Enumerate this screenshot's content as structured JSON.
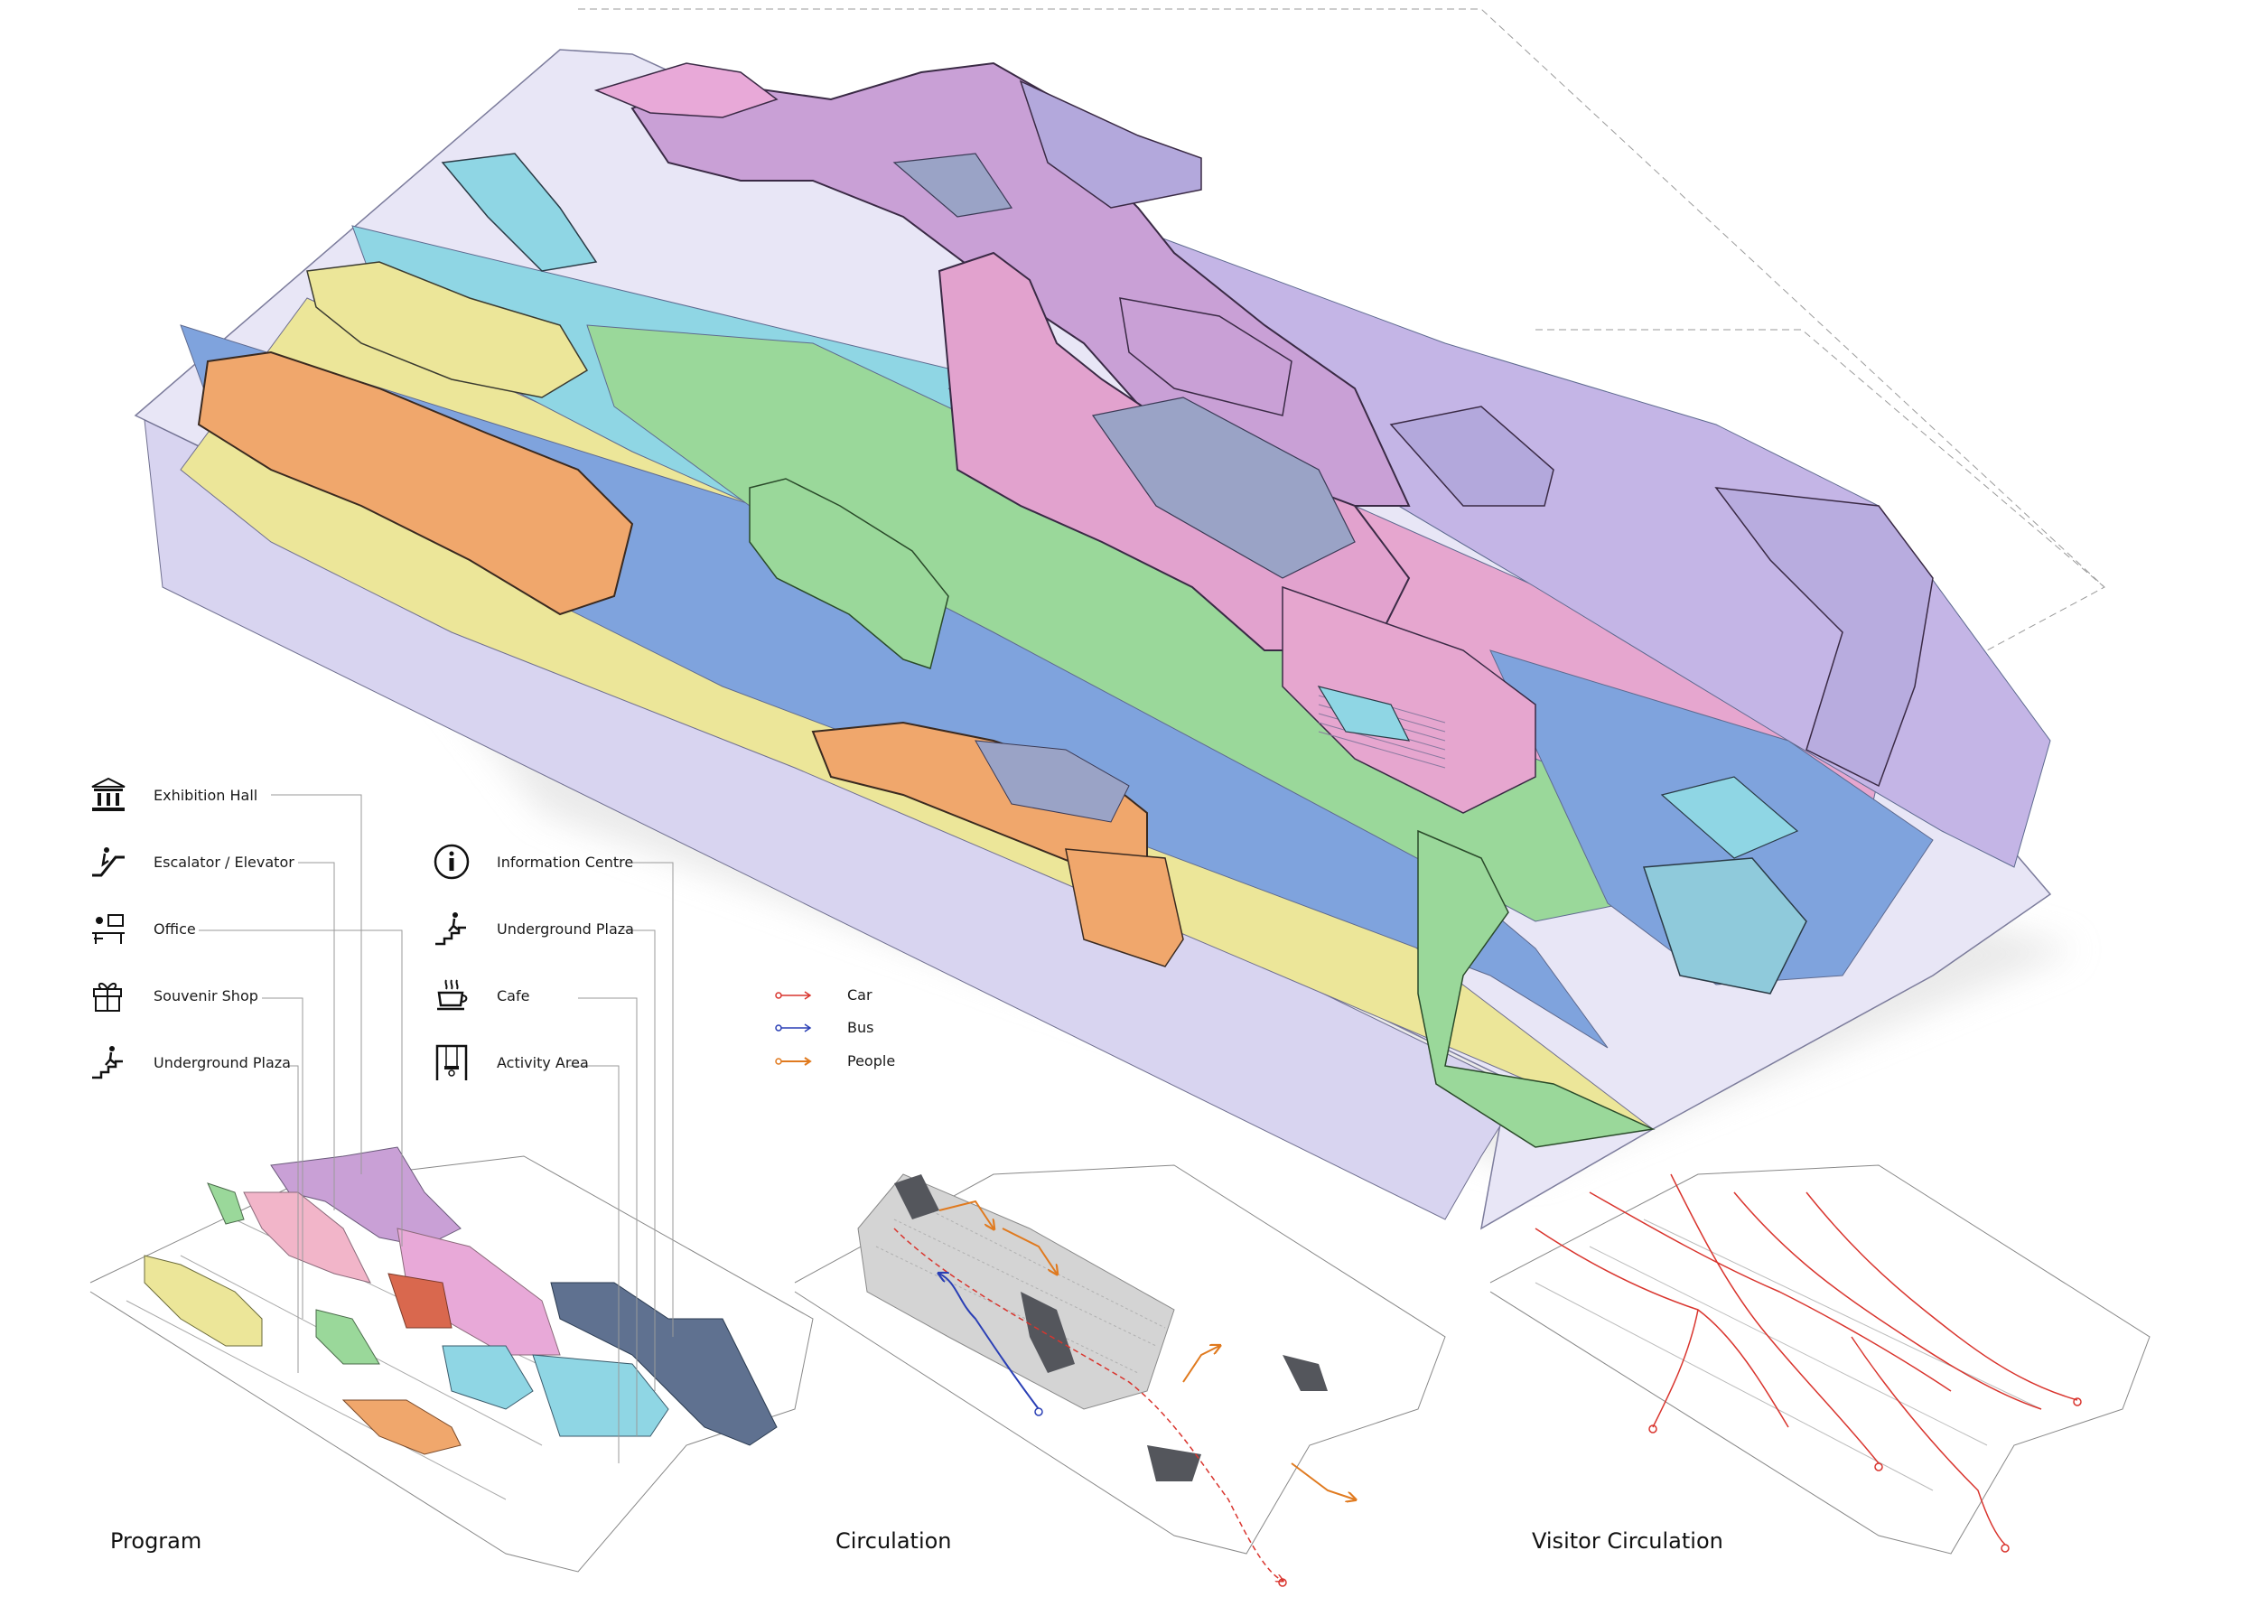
{
  "legend": {
    "left": [
      {
        "label": "Exhibition Hall",
        "icon": "museum-icon"
      },
      {
        "label": "Escalator / Elevator",
        "icon": "escalator-icon"
      },
      {
        "label": "Office",
        "icon": "office-desk-icon"
      },
      {
        "label": "Souvenir Shop",
        "icon": "gift-box-icon"
      },
      {
        "label": "Underground Plaza",
        "icon": "stairs-walker-icon"
      }
    ],
    "right": [
      {
        "label": "Information Centre",
        "icon": "info-icon"
      },
      {
        "label": "Underground Plaza",
        "icon": "stairs-walker-icon"
      },
      {
        "label": "Cafe",
        "icon": "coffee-cup-icon"
      },
      {
        "label": "Activity Area",
        "icon": "swing-icon"
      }
    ]
  },
  "routes": [
    {
      "label": "Car",
      "color": "#d9352e"
    },
    {
      "label": "Bus",
      "color": "#2a3fb5"
    },
    {
      "label": "People",
      "color": "#e07a1f"
    }
  ],
  "captions": {
    "program": "Program",
    "circulation": "Circulation",
    "visitor": "Visitor Circulation"
  },
  "colors": {
    "purple": "#c9a0d6",
    "lavender": "#b3a8dc",
    "pink": "#e6a6cf",
    "cyan": "#8fd6e4",
    "blue": "#7fa3dd",
    "green": "#9ad89a",
    "yellow": "#ece699",
    "orange": "#f0a76c",
    "red": "#d9352e",
    "navy": "#2a3fb5",
    "darkgrey": "#54565c"
  }
}
